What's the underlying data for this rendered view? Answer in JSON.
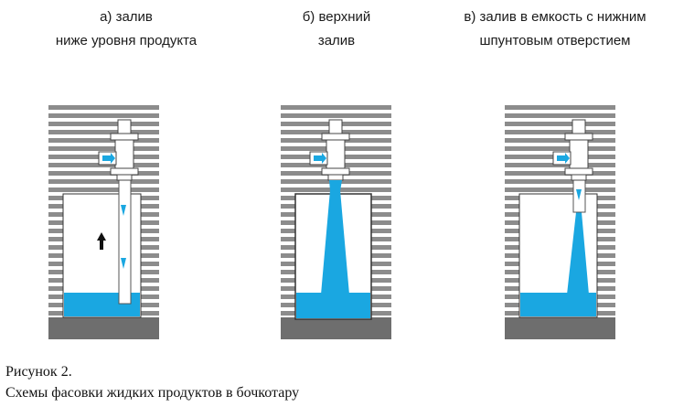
{
  "headings": {
    "a": [
      "а) залив",
      "ниже уровня продукта"
    ],
    "b": [
      "б) верхний",
      "залив"
    ],
    "c": [
      "в) залив в емкость с нижним",
      "шпунтовым отверстием"
    ]
  },
  "caption": {
    "line1": "Рисунок 2.",
    "line2": "Схемы фасовки жидких продуктов в бочкотару"
  },
  "colors": {
    "liquid": "#1aa7e1",
    "stripe": "#8c8c8c",
    "floor": "#6e6e6e",
    "arrow": "#111111"
  }
}
